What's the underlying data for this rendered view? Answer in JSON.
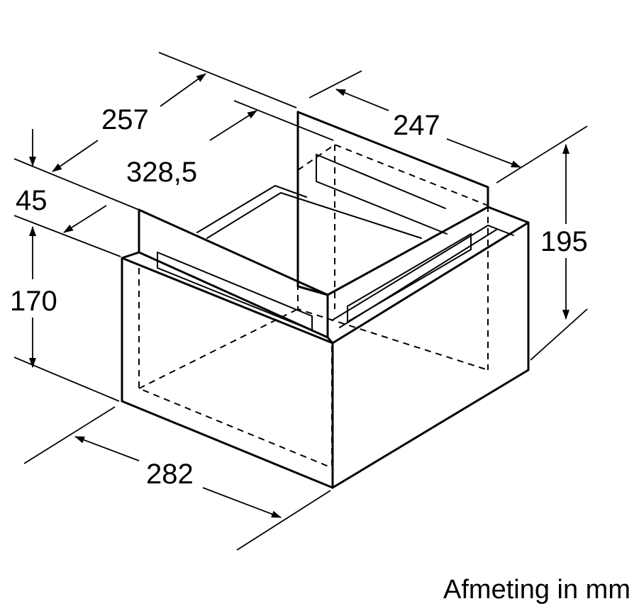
{
  "dimensions": {
    "top_depth": "257",
    "depth_inner": "328,5",
    "top_offset": "45",
    "width_rear": "247",
    "height_total": "195",
    "height_front": "170",
    "width_front": "282"
  },
  "caption": "Afmeting in mm"
}
